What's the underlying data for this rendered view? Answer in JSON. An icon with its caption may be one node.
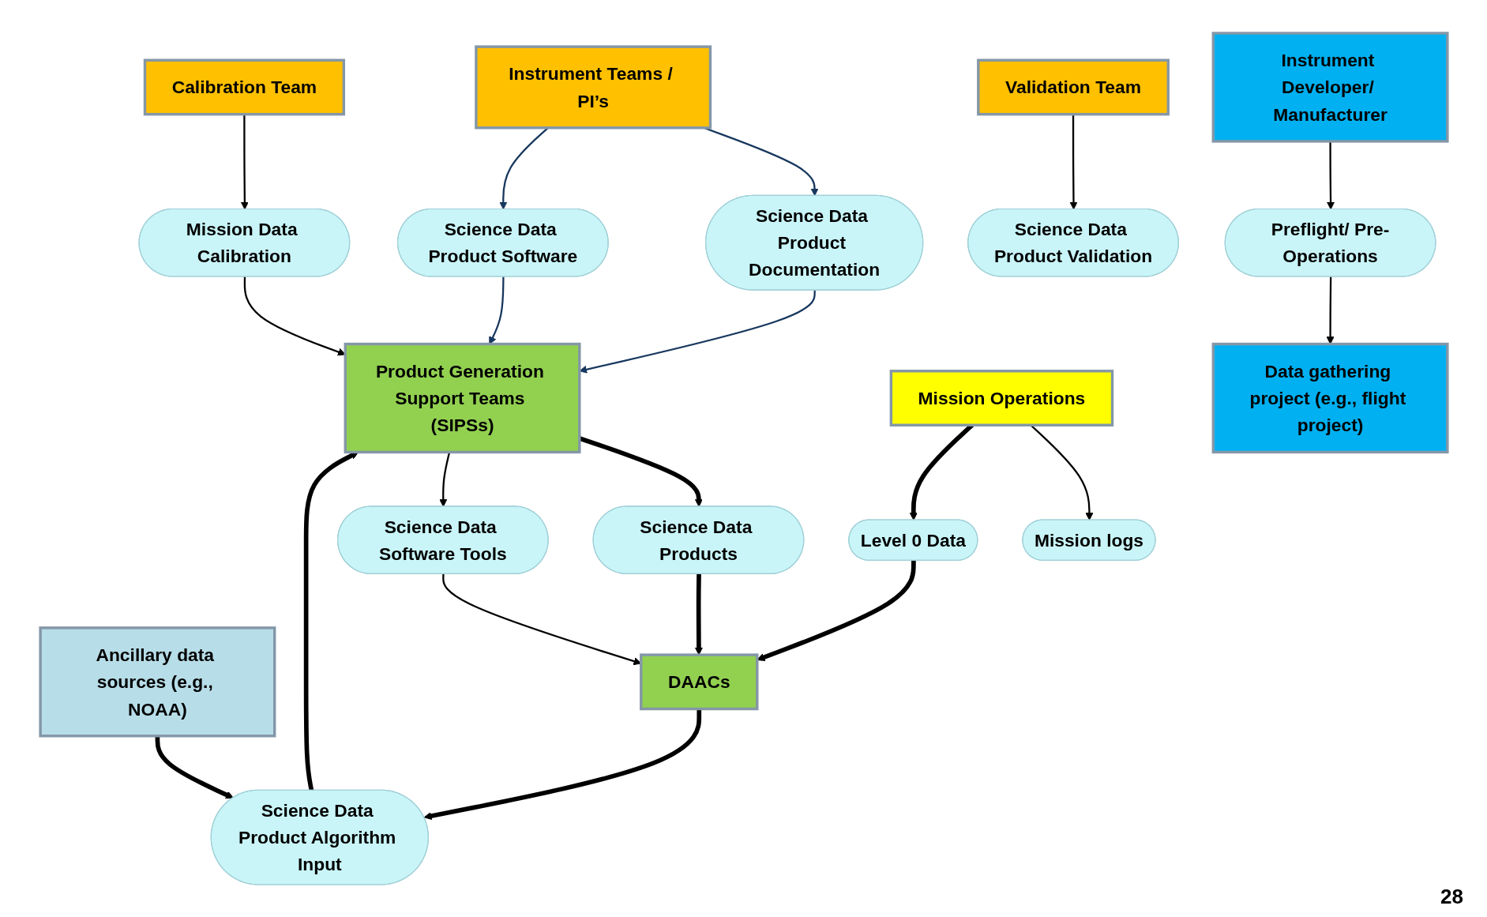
{
  "diagram": {
    "nodes": [
      {
        "text": [
          "Science Data Product Documentation"
        ]
      },
      {
        "text": [
          "Calibration Team"
        ]
      },
      {
        "text": [
          "Mission logs"
        ]
      },
      {
        "text": [
          "Instrument Teams / PI’s"
        ]
      },
      {
        "text": [
          "Product Generation Support Teams (SIPSs)"
        ]
      },
      {
        "text": [
          "Mission Data Calibration"
        ]
      },
      {
        "text": [
          "Mission Operations"
        ]
      },
      {
        "text": [
          "Science Data Product Software"
        ]
      },
      {
        "text": [
          "Science Data Products"
        ]
      },
      {
        "text": [
          "Science Data Software Tools"
        ]
      },
      {
        "text": [
          "Level 0 Data"
        ]
      },
      {
        "text": [
          "Ancillary data sources (e.g., NOAA)"
        ]
      },
      {
        "text": [
          "Science Data Product Algorithm Input"
        ]
      },
      {
        "text": [
          "DAACs"
        ]
      },
      {
        "text": [
          "Science Data Product Validation"
        ]
      },
      {
        "text": [
          "Instrument Developer/ Manufacturer"
        ]
      },
      {
        "text": [
          "Preflight/ Pre-Operations"
        ]
      },
      {
        "text": [
          "Data gathering project (e.g., flight project)"
        ]
      },
      {
        "text": [
          "Validation Team"
        ]
      }
    ],
    "edges": [
      {
        "from": 3,
        "to": 0,
        "arrow": "to",
        "color": "#17375e"
      },
      {
        "from": 3,
        "to": 7,
        "arrow": "to",
        "color": "#17375e"
      },
      {
        "from": 0,
        "to": 4,
        "arrow": "to",
        "color": "#17375e"
      },
      {
        "from": 7,
        "to": 4,
        "arrow": "to",
        "color": "#17375e"
      },
      {
        "from": 1,
        "to": 5,
        "arrow": "to"
      },
      {
        "from": 5,
        "to": 4,
        "arrow": "to"
      },
      {
        "from": 6,
        "to": 2,
        "arrow": "to"
      },
      {
        "from": 4,
        "to": 8,
        "arrow": "to",
        "style": "thick"
      },
      {
        "from": 4,
        "to": 9,
        "arrow": "to"
      },
      {
        "from": 8,
        "to": 13,
        "arrow": "to",
        "style": "thick"
      },
      {
        "from": 9,
        "to": 13,
        "arrow": "to"
      },
      {
        "from": 6,
        "to": 10,
        "arrow": "to",
        "style": "thick"
      },
      {
        "from": 10,
        "to": 13,
        "arrow": "to",
        "style": "thick"
      },
      {
        "from": 13,
        "to": 12,
        "arrow": "to",
        "style": "thick"
      },
      {
        "from": 11,
        "to": 12,
        "arrow": "to",
        "style": "thick"
      },
      {
        "from": 12,
        "to": 4,
        "arrow": "to",
        "style": "thick"
      },
      {
        "from": 15,
        "to": 16,
        "arrow": "to"
      },
      {
        "from": 16,
        "to": 17,
        "arrow": "to"
      },
      {
        "from": 18,
        "to": 14,
        "arrow": "to"
      }
    ],
    "labels": [
      "28"
    ]
  }
}
